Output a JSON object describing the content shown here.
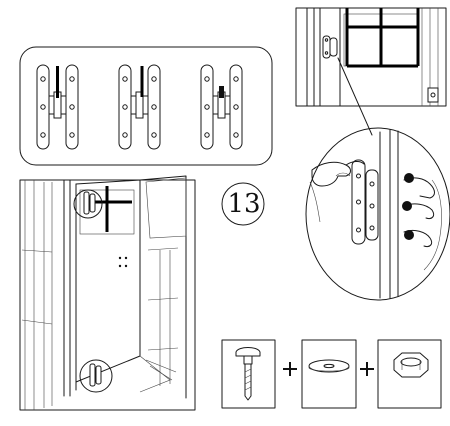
{
  "step": {
    "number": "13"
  },
  "parts": {
    "hardware": [
      "carriage-bolt",
      "washer",
      "nut"
    ],
    "operators": [
      "+",
      "+"
    ]
  },
  "icons": {
    "hinge": "hinge-icon",
    "hand": "hand-icon",
    "shed": "shed-icon"
  }
}
